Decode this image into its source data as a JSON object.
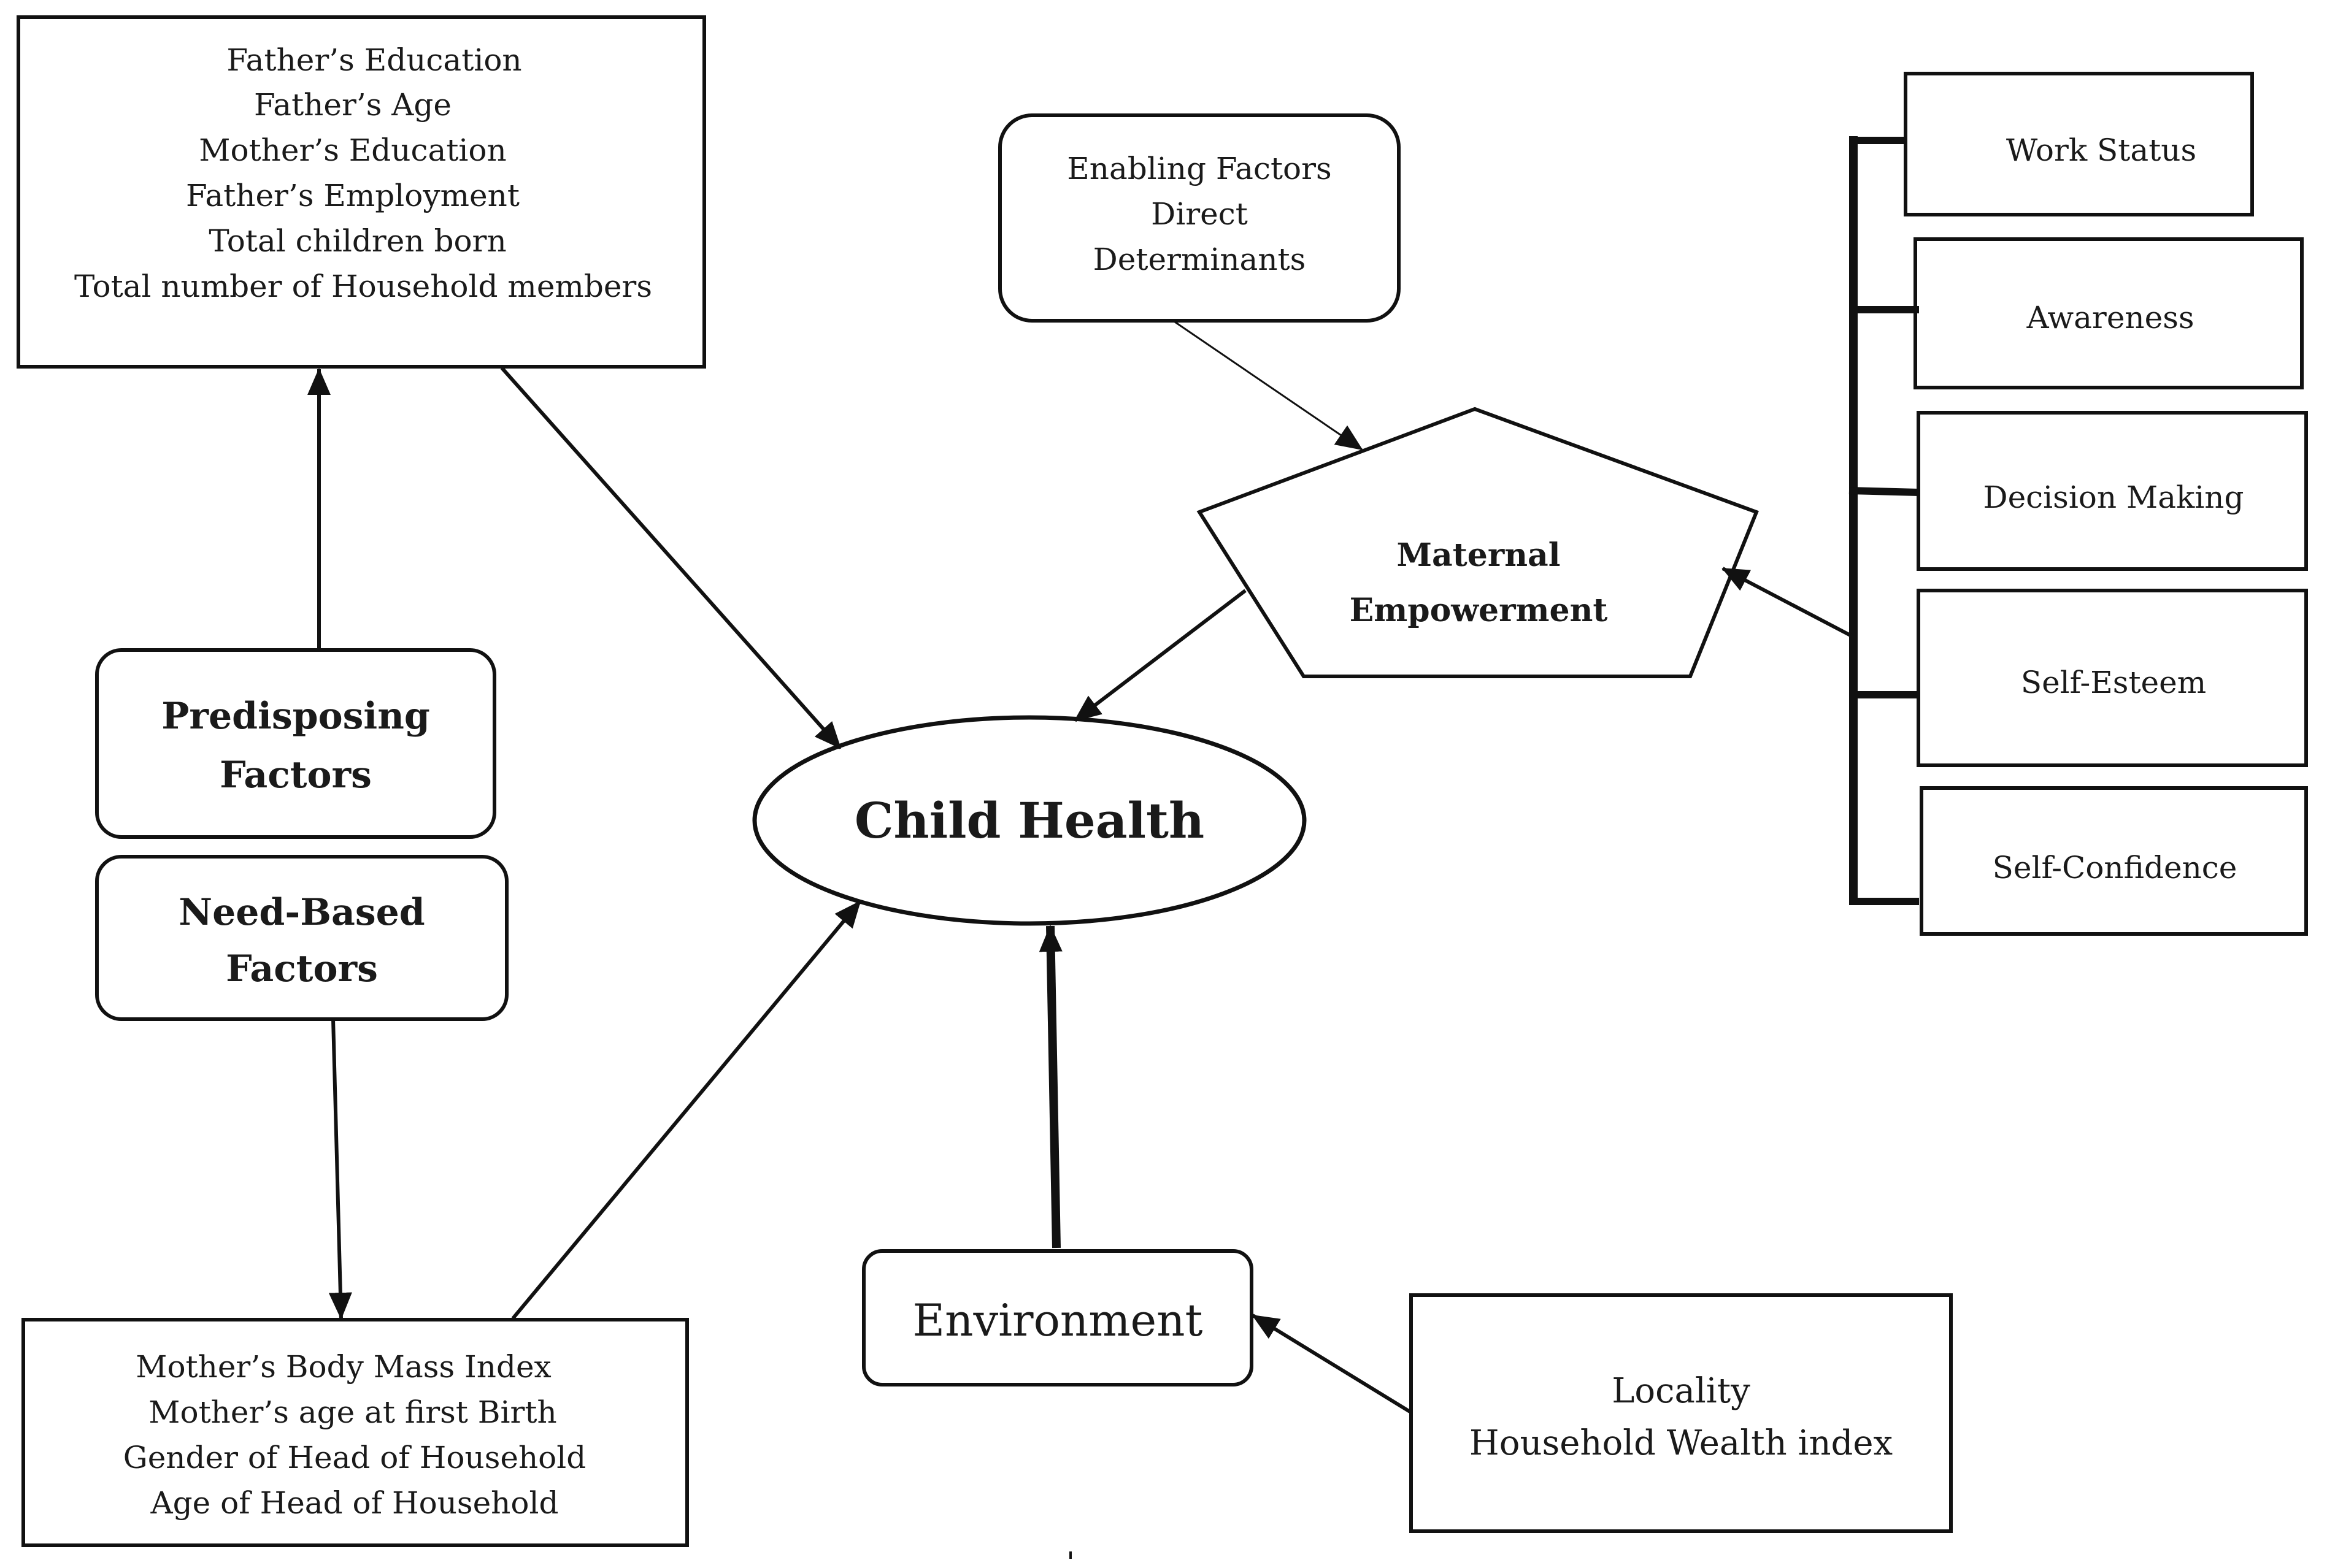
{
  "predisposing_details": {
    "lines": [
      "Father’s Education",
      "Father’s Age",
      "Mother’s Education",
      "Father’s Employment",
      "Total children born",
      "Total number of Household members"
    ]
  },
  "predisposing": {
    "line1": "Predisposing",
    "line2": "Factors"
  },
  "need_based": {
    "line1": "Need-Based",
    "line2": "Factors"
  },
  "need_details": {
    "lines": [
      "Mother’s Body Mass Index",
      "Mother’s age at first Birth",
      "Gender of Head of Household",
      "Age of Head of Household"
    ]
  },
  "child_health": {
    "label": "Child Health"
  },
  "enabling": {
    "lines": [
      "Enabling Factors",
      "Direct",
      "Determinants"
    ]
  },
  "maternal": {
    "line1": "Maternal",
    "line2": "Empowerment"
  },
  "empowerment_dimensions": [
    "Work Status",
    "Awareness",
    "Decision Making",
    "Self-Esteem",
    "Self-Confidence"
  ],
  "environment": {
    "label": "Environment"
  },
  "environment_details": {
    "lines": [
      "Locality",
      "Household Wealth index"
    ]
  },
  "colors": {
    "stroke": "#111111",
    "background": "#ffffff"
  }
}
